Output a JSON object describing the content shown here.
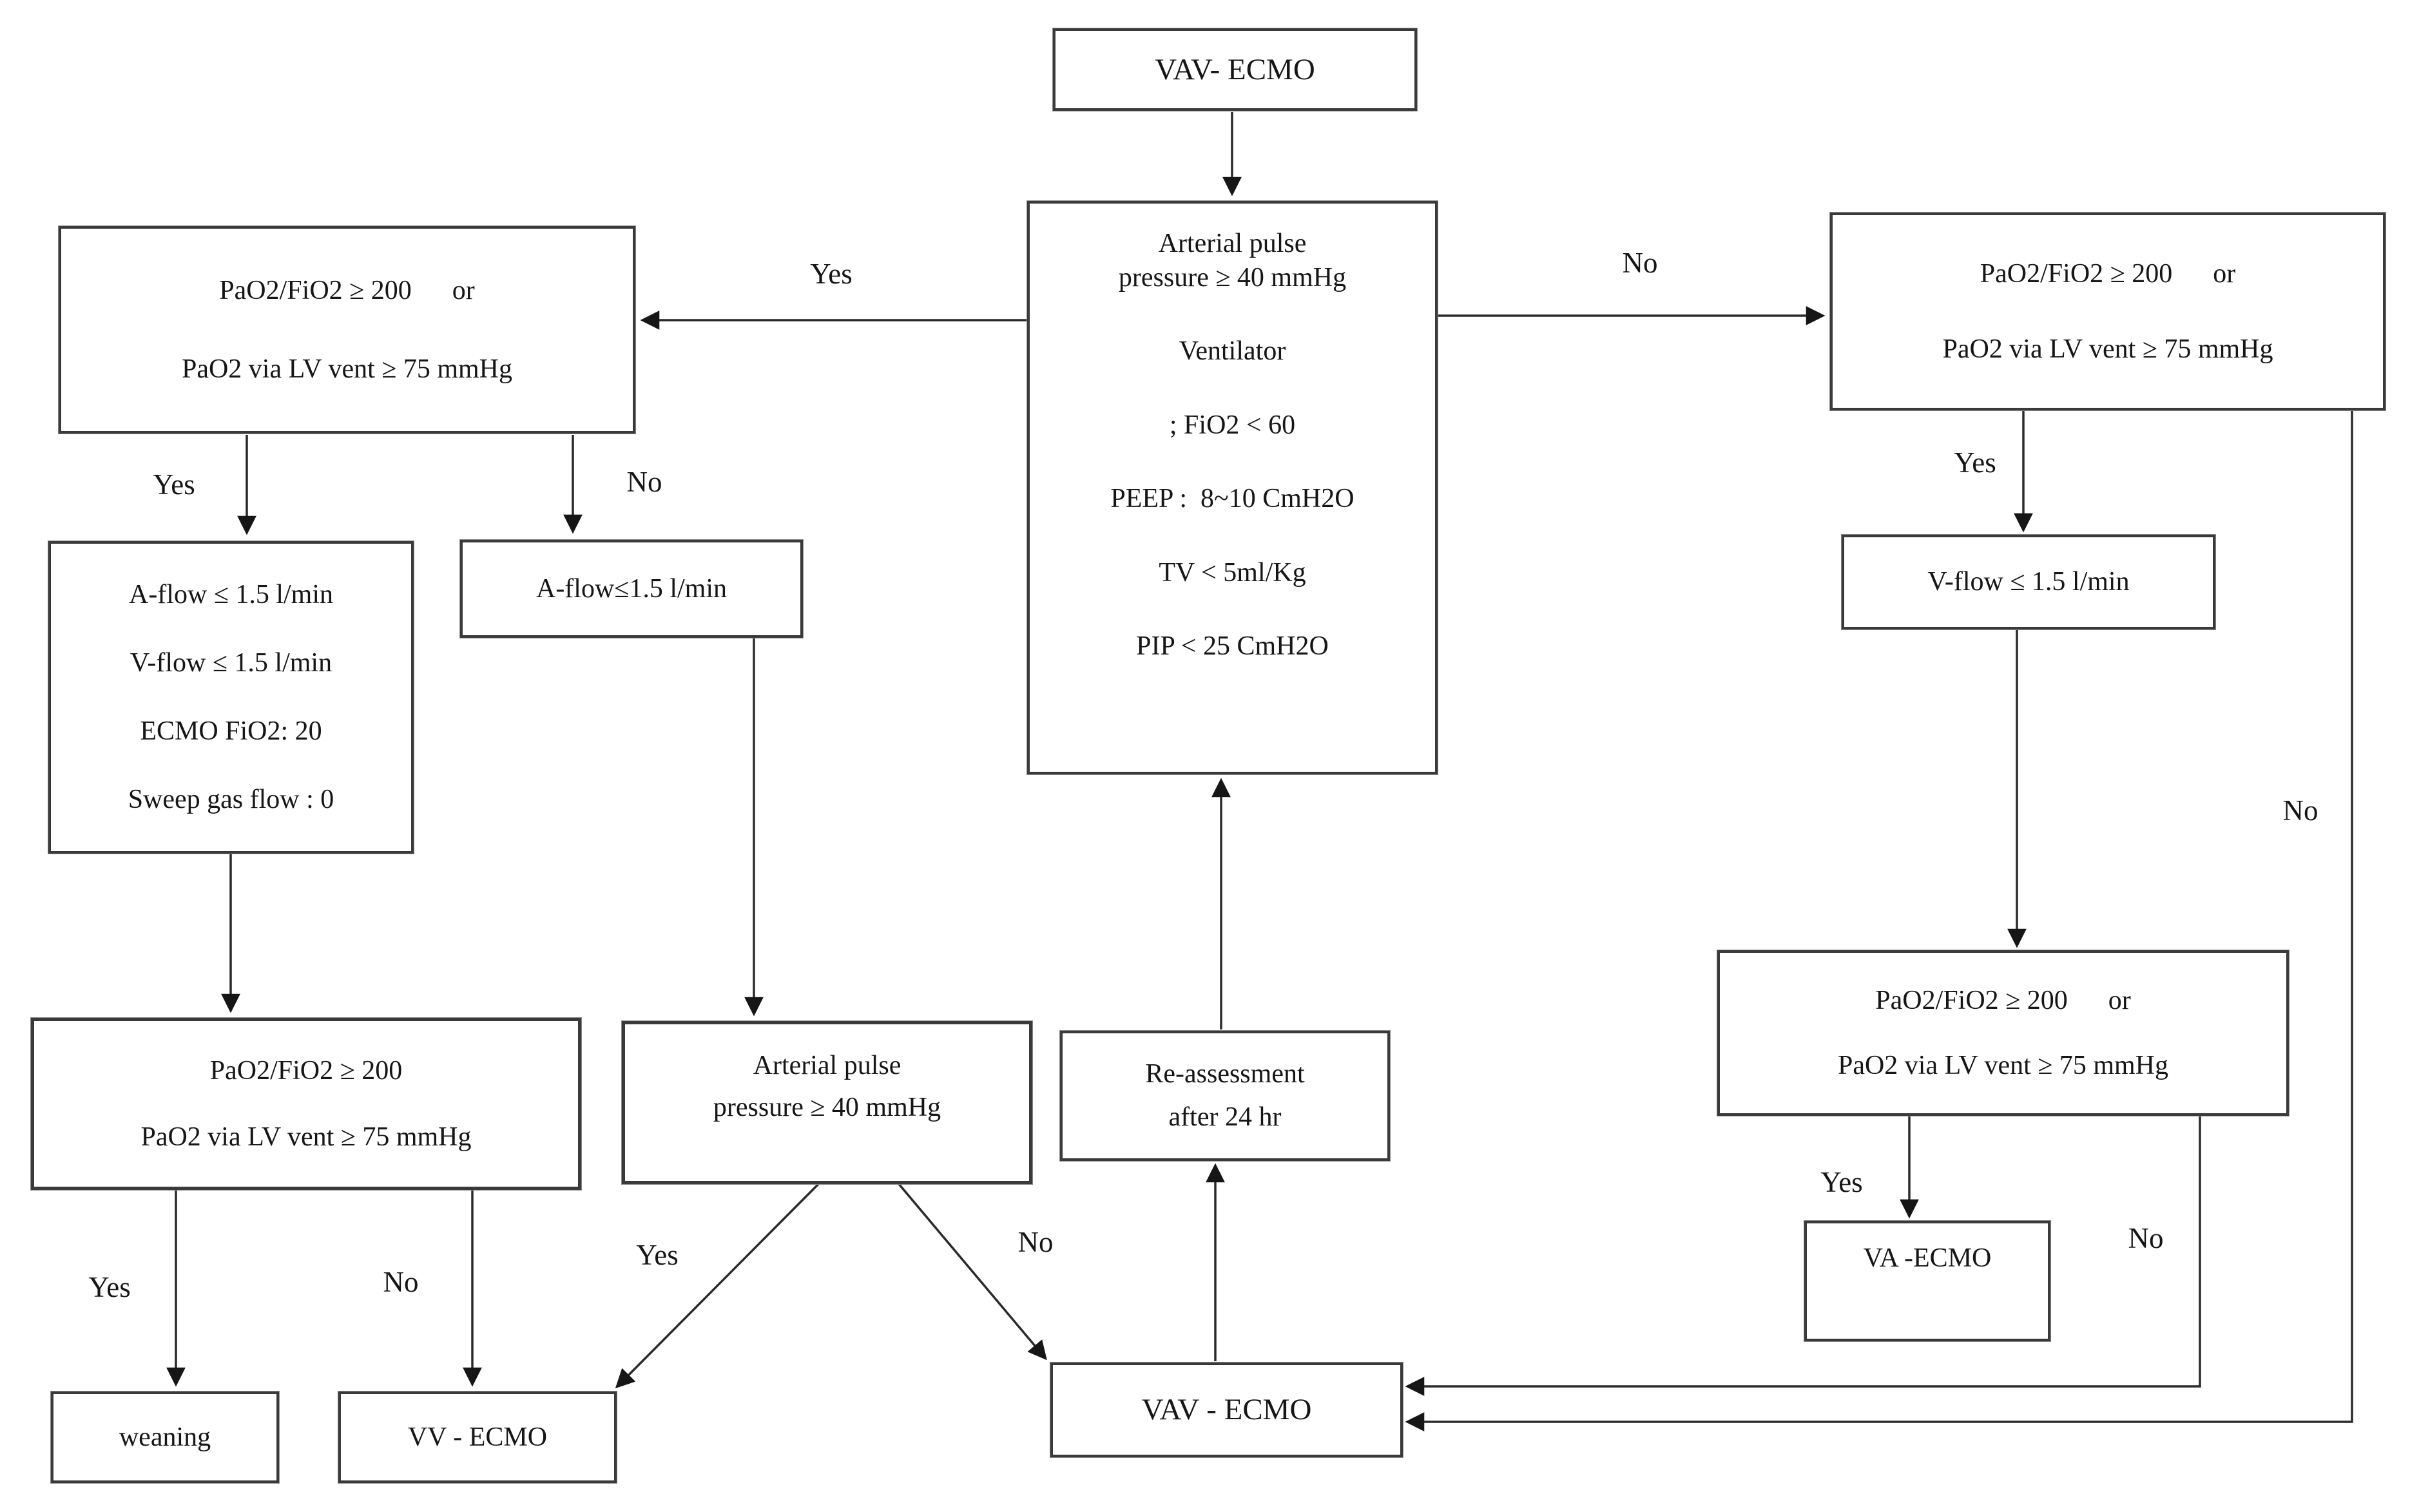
{
  "diagram_title": "VAV-ECMO weaning decision flowchart",
  "colors": {
    "ink": "#1c1c1c",
    "background": "#ffffff",
    "box_border": "#3a3a3a"
  },
  "labels": {
    "yes": "Yes",
    "no": "No"
  },
  "nodes": {
    "start": {
      "label": "VAV- ECMO"
    },
    "assessment": {
      "lines": [
        "Arterial pulse",
        "pressure ≥ 40 mmHg",
        "Ventilator",
        "; FiO2 < 60",
        "PEEP :  8~10 CmH2O",
        "TV < 5ml/Kg",
        "PIP < 25 CmH2O"
      ]
    },
    "screen_left": {
      "lines": [
        "PaO2/FiO2 ≥ 200      or",
        "PaO2 via LV vent ≥ 75 mmHg"
      ]
    },
    "screen_right": {
      "lines": [
        "PaO2/FiO2 ≥ 200      or",
        "PaO2 via LV vent ≥ 75 mmHg"
      ]
    },
    "wean_criteria": {
      "lines": [
        "A-flow ≤ 1.5 l/min",
        "V-flow ≤ 1.5 l/min",
        "ECMO FiO2: 20",
        "Sweep gas flow : 0"
      ]
    },
    "a_flow": {
      "label": "A-flow≤1.5 l/min"
    },
    "v_flow": {
      "label": "V-flow ≤ 1.5 l/min"
    },
    "recheck_left": {
      "lines": [
        "PaO2/FiO2 ≥ 200",
        "PaO2 via LV vent ≥ 75 mmHg"
      ]
    },
    "pulse_check": {
      "lines": [
        "Arterial pulse",
        "pressure ≥ 40 mmHg"
      ]
    },
    "reassessment": {
      "lines": [
        "Re-assessment",
        "after 24 hr"
      ]
    },
    "recheck_right": {
      "lines": [
        "PaO2/FiO2 ≥ 200      or",
        "PaO2 via LV vent ≥ 75 mmHg"
      ]
    },
    "va_ecmo": {
      "label": "VA -ECMO"
    },
    "vav_ecmo_bottom": {
      "label": "VAV - ECMO"
    },
    "weaning": {
      "label": "weaning"
    },
    "vv_ecmo": {
      "label": "VV - ECMO"
    }
  },
  "edges": [
    {
      "from": "start",
      "to": "assessment",
      "label": ""
    },
    {
      "from": "assessment",
      "to": "screen_left",
      "label": "Yes"
    },
    {
      "from": "assessment",
      "to": "screen_right",
      "label": "No"
    },
    {
      "from": "screen_left",
      "to": "wean_criteria",
      "label": "Yes"
    },
    {
      "from": "screen_left",
      "to": "a_flow",
      "label": "No"
    },
    {
      "from": "wean_criteria",
      "to": "recheck_left",
      "label": ""
    },
    {
      "from": "a_flow",
      "to": "pulse_check",
      "label": ""
    },
    {
      "from": "recheck_left",
      "to": "weaning",
      "label": "Yes"
    },
    {
      "from": "recheck_left",
      "to": "vv_ecmo",
      "label": "No"
    },
    {
      "from": "pulse_check",
      "to": "vv_ecmo",
      "label": "Yes"
    },
    {
      "from": "pulse_check",
      "to": "vav_ecmo_bottom",
      "label": "No"
    },
    {
      "from": "vav_ecmo_bottom",
      "to": "reassessment",
      "label": ""
    },
    {
      "from": "reassessment",
      "to": "assessment",
      "label": ""
    },
    {
      "from": "screen_right",
      "to": "v_flow",
      "label": "Yes"
    },
    {
      "from": "screen_right",
      "to": "vav_ecmo_bottom",
      "label": "No"
    },
    {
      "from": "v_flow",
      "to": "recheck_right",
      "label": ""
    },
    {
      "from": "recheck_right",
      "to": "va_ecmo",
      "label": "Yes"
    },
    {
      "from": "recheck_right",
      "to": "vav_ecmo_bottom",
      "label": "No"
    }
  ]
}
